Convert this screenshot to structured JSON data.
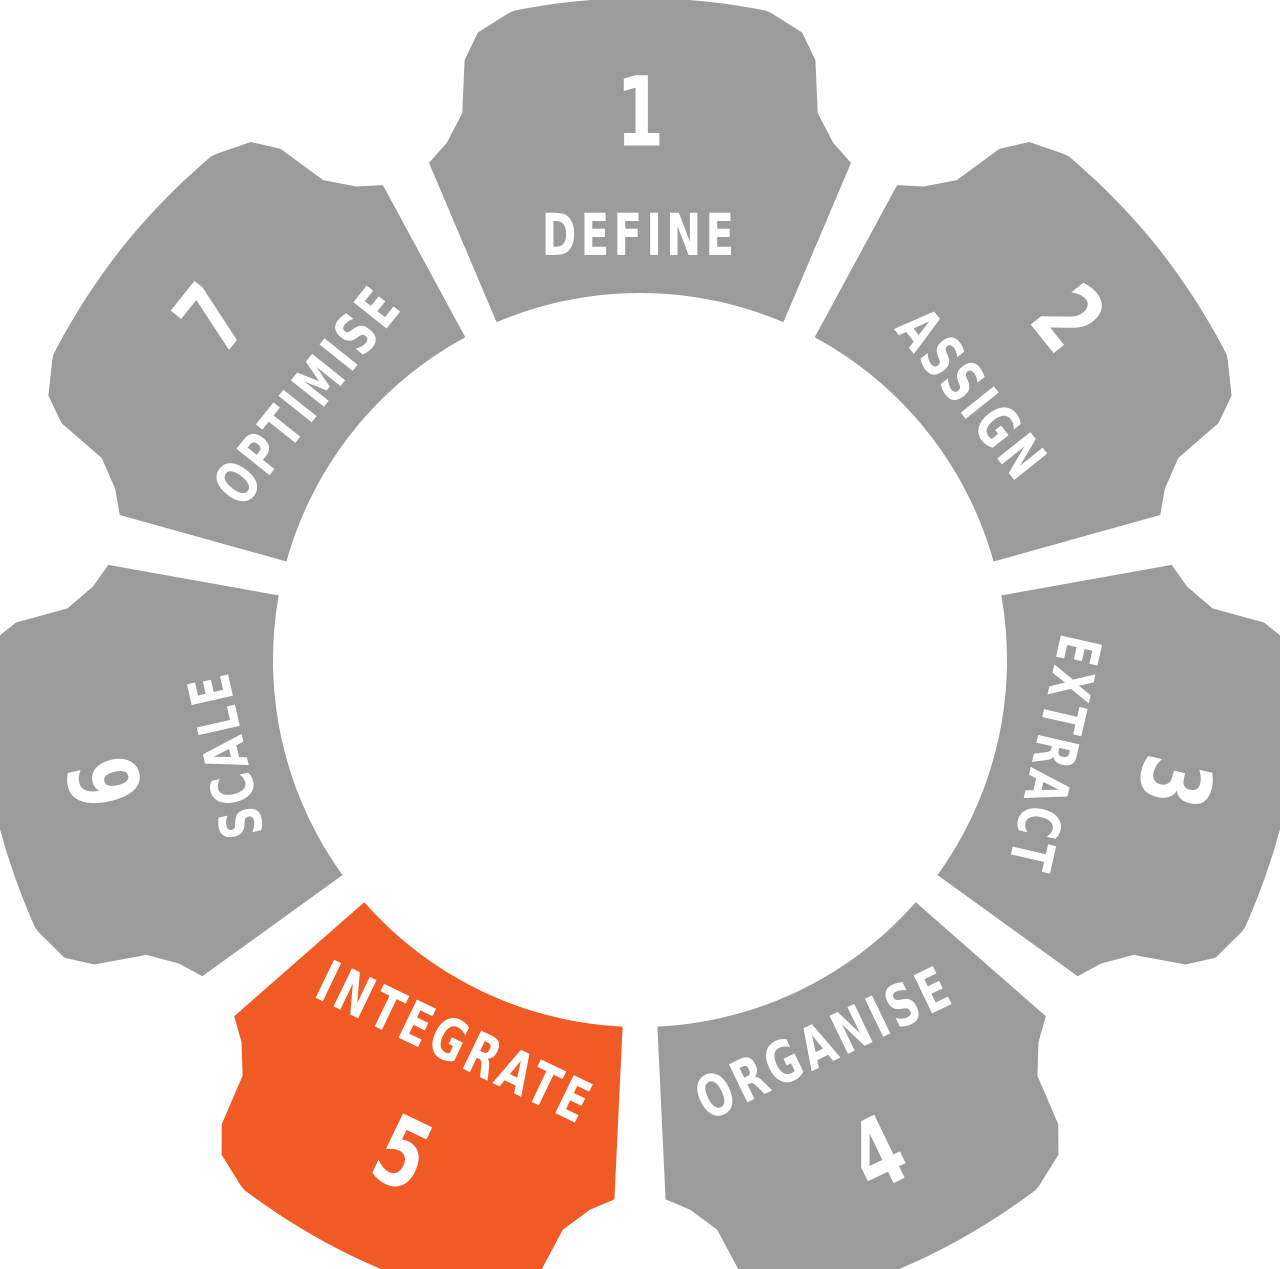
{
  "colors": {
    "segment": "#9b9b9b",
    "active": "#f05a24",
    "text": "#ffffff",
    "background": "#ffffff"
  },
  "steps": [
    {
      "number": "1",
      "label": "DEFINE",
      "active": false
    },
    {
      "number": "2",
      "label": "ASSIGN",
      "active": false
    },
    {
      "number": "3",
      "label": "EXTRACT",
      "active": false
    },
    {
      "number": "4",
      "label": "ORGANISE",
      "active": false
    },
    {
      "number": "5",
      "label": "INTEGRATE",
      "active": true
    },
    {
      "number": "6",
      "label": "SCALE",
      "active": false
    },
    {
      "number": "7",
      "label": "OPTIMISE",
      "active": false
    }
  ]
}
